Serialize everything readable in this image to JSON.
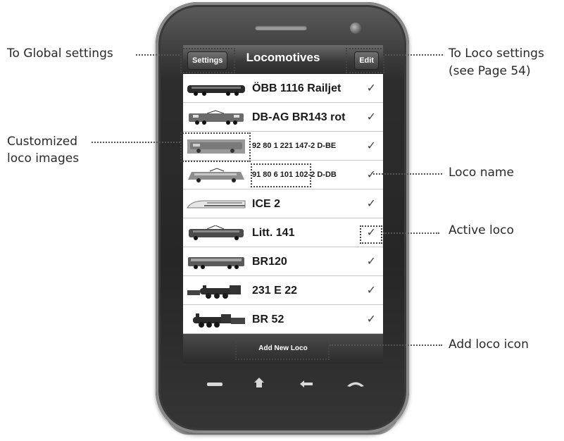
{
  "annotations": {
    "global_settings": "To Global settings",
    "loco_settings_1": "To Loco settings",
    "loco_settings_2": "(see Page 54)",
    "customized_1": "Customized",
    "customized_2": "loco images",
    "loco_name": "Loco name",
    "active_loco": "Active loco",
    "add_loco_icon": "Add loco icon"
  },
  "navbar": {
    "settings_label": "Settings",
    "title": "Locomotives",
    "edit_label": "Edit"
  },
  "locos": [
    {
      "name": "ÖBB 1116 Railjet",
      "check": "✓"
    },
    {
      "name": "DB-AG BR143 rot",
      "check": "✓"
    },
    {
      "name": "92 80 1 221 147-2 D-BE",
      "check": "✓"
    },
    {
      "name": "91 80 6 101 102-2 D-DB",
      "check": "✓"
    },
    {
      "name": "ICE 2",
      "check": "✓"
    },
    {
      "name": "Litt. 141",
      "check": "✓"
    },
    {
      "name": "BR120",
      "check": "✓"
    },
    {
      "name": "231 E 22",
      "check": "✓"
    },
    {
      "name": "BR 52",
      "check": "✓"
    }
  ],
  "footer": {
    "add_label": "Add New Loco"
  },
  "icons": [
    "menu-key-icon",
    "home-icon",
    "back-arrow-icon",
    "call-end-icon",
    "checkmark-icon"
  ],
  "colors": {
    "navbar": "#3b3b3b",
    "screen_bg": "#f2f2f2",
    "phone_body": "#2d2d2d"
  }
}
